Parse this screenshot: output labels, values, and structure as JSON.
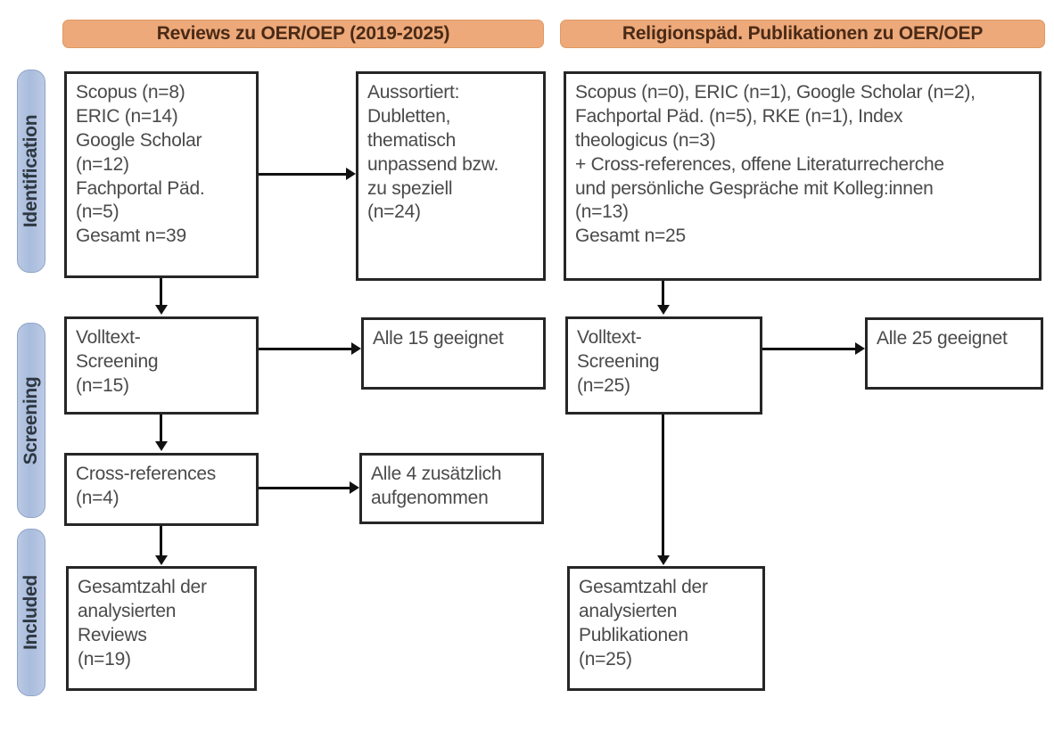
{
  "figure": {
    "type": "prisma-flow-diagram",
    "language": "de"
  },
  "stages": [
    {
      "label": "Identification"
    },
    {
      "label": "Screening"
    },
    {
      "label": "Included"
    }
  ],
  "columns": [
    {
      "key": "reviews",
      "banner": "Reviews zu OER/OEP (2019-2025)",
      "boxes": {
        "identification_sources": "Scopus (n=8)\nERIC (n=14)\nGoogle Scholar\n(n=12)\nFachportal Päd.\n(n=5)\nGesamt n=39",
        "excluded": "Aussortiert:\nDubletten,\nthematisch\nunpassend bzw.\nzu speziell\n(n=24)",
        "fulltext_screening": "Volltext-\nScreening\n(n=15)",
        "fulltext_result": "Alle 15 geeignet",
        "cross_references": "Cross-references\n(n=4)",
        "cross_references_result": "Alle 4 zusätzlich\naufgenommen",
        "included_total": "Gesamtzahl der\nanalysierten\nReviews\n(n=19)"
      }
    },
    {
      "key": "religionspaed",
      "banner": "Religionspäd. Publikationen zu OER/OEP",
      "boxes": {
        "identification_sources": "Scopus (n=0), ERIC (n=1), Google Scholar (n=2),\nFachportal Päd. (n=5), RKE (n=1), Index\ntheologicus (n=3)\n+ Cross-references, offene Literaturrecherche\nund persönliche Gespräche mit Kolleg:innen\n(n=13)\nGesamt n=25",
        "fulltext_screening": "Volltext-\nScreening\n(n=25)",
        "fulltext_result": "Alle 25 geeignet",
        "included_total": "Gesamtzahl der\nanalysierten\nPublikationen\n(n=25)"
      }
    }
  ],
  "counts": {
    "reviews": {
      "scopus": 8,
      "eric": 14,
      "google_scholar": 12,
      "fachportal_paed": 5,
      "gesamt_identifiziert": 39,
      "aussortiert": 24,
      "volltext_screening": 15,
      "cross_references": 4,
      "eingeschlossen": 19
    },
    "religionspaed": {
      "scopus": 0,
      "eric": 1,
      "google_scholar": 2,
      "fachportal_paed": 5,
      "rke": 1,
      "index_theologicus": 3,
      "cross_references_und_gespraeche": 13,
      "gesamt_identifiziert": 25,
      "volltext_screening": 25,
      "eingeschlossen": 25
    }
  },
  "colors": {
    "banner_fill": "#eda97a",
    "banner_text": "#4a2a16",
    "stage_fill": "#aebfdd",
    "stage_border": "#8fa4c8",
    "box_border": "#262626",
    "box_text": "#4a4a4a",
    "connector": "#111111",
    "background": "#ffffff"
  }
}
